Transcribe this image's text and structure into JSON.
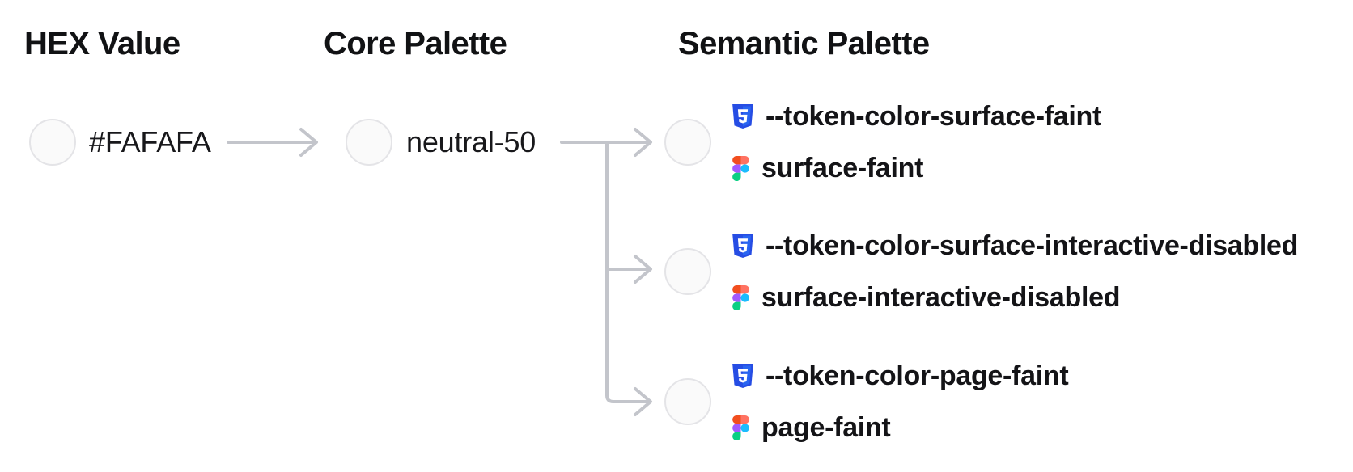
{
  "headers": {
    "hex": "HEX Value",
    "core": "Core Palette",
    "semantic": "Semantic Palette"
  },
  "hex": {
    "value": "#FAFAFA"
  },
  "core": {
    "name": "neutral-50"
  },
  "semantic_tokens": [
    {
      "css_variable": "--token-color-surface-faint",
      "figma_name": "surface-faint"
    },
    {
      "css_variable": "--token-color-surface-interactive-disabled",
      "figma_name": "surface-interactive-disabled"
    },
    {
      "css_variable": "--token-color-page-faint",
      "figma_name": "page-faint"
    }
  ],
  "swatch": {
    "fill": "#FAFAFA",
    "border": "#E4E4E7"
  },
  "icons": {
    "css": "css3-shield-icon",
    "figma": "figma-logo-icon",
    "arrow": "right-arrow-connector"
  },
  "colors": {
    "arrow": "#C3C5CB",
    "heading_text": "#111214",
    "body_text": "#18181B",
    "css_icon_dark": "#264DE4",
    "css_icon_light": "#2965F1",
    "figma_red": "#F24E1E",
    "figma_salmon": "#FF7262",
    "figma_purple": "#A259FF",
    "figma_blue": "#1ABCFE",
    "figma_green": "#0ACF83"
  }
}
